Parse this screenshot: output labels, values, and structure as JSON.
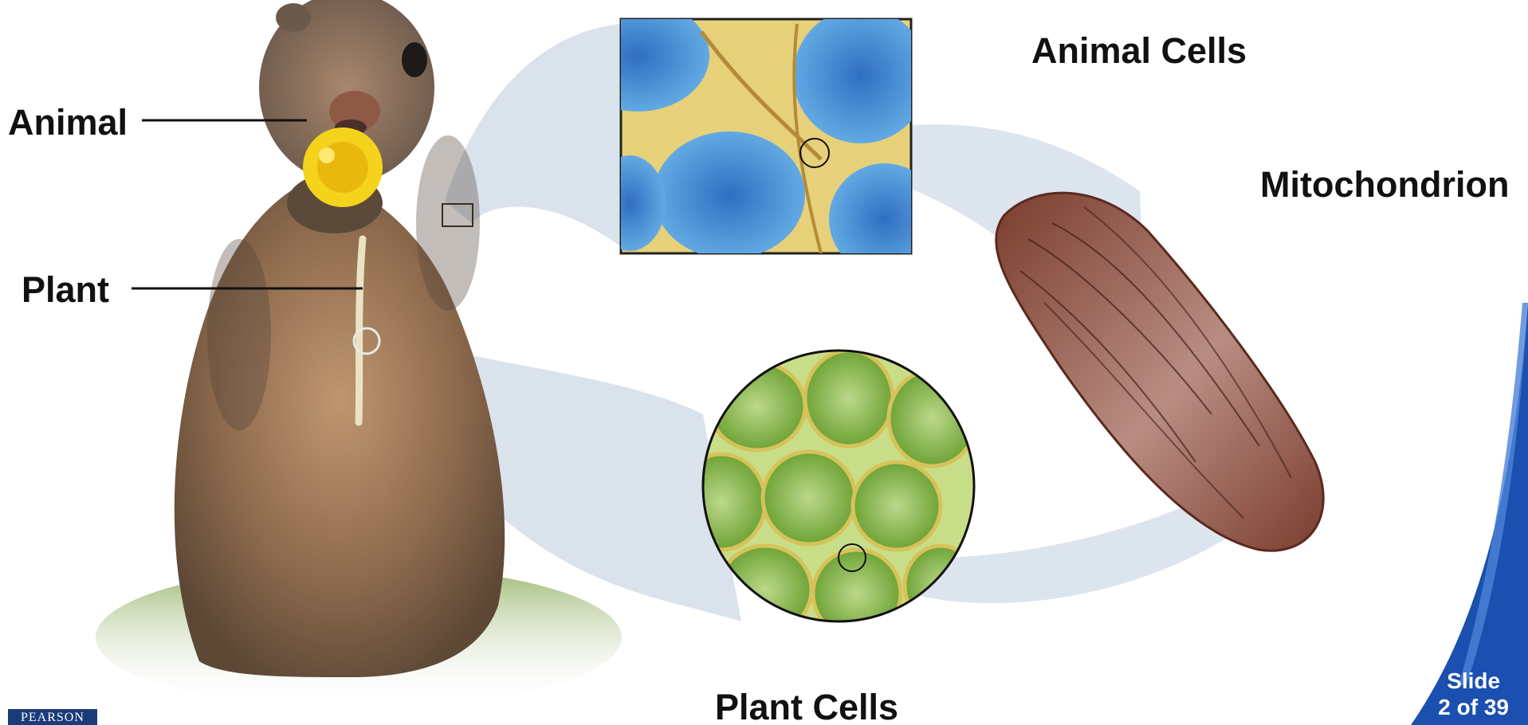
{
  "labels": {
    "animal": "Animal",
    "plant": "Plant",
    "animal_cells": "Animal Cells",
    "mitochondrion": "Mitochondrion",
    "plant_cells": "Plant Cells"
  },
  "slide": {
    "line1": "Slide",
    "line2": "2 of 39"
  },
  "publisher_logo": "PEARSON",
  "colors": {
    "accent_blue": "#1b4fb0",
    "magnifier_shade": "#cdd8e6",
    "animal_cell_blue": "#3f8fd6",
    "plant_cell_green": "#79b53c",
    "mitochondrion_brown": "#9a5a48"
  }
}
